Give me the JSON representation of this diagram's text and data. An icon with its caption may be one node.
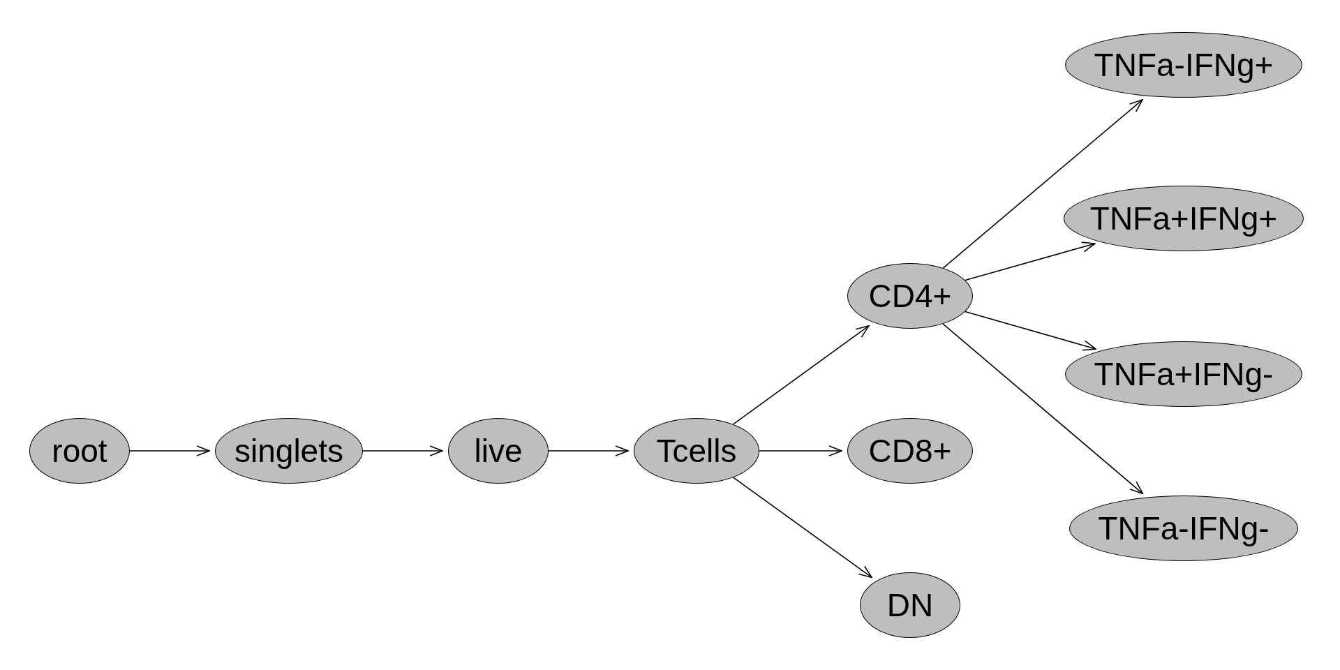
{
  "diagram": {
    "nodes": [
      {
        "text": [
          "root"
        ]
      },
      {
        "text": [
          "singlets"
        ]
      },
      {
        "text": [
          "live"
        ]
      },
      {
        "text": [
          "Tcells"
        ]
      },
      {
        "text": [
          "CD4+"
        ]
      },
      {
        "text": [
          "CD8+"
        ]
      },
      {
        "text": [
          "DN"
        ]
      },
      {
        "text": [
          "TNFa-IFNg+"
        ]
      },
      {
        "text": [
          "TNFa+IFNg+"
        ]
      },
      {
        "text": [
          "TNFa+IFNg-"
        ]
      },
      {
        "text": [
          "TNFa-IFNg-"
        ]
      }
    ],
    "edges": [
      {
        "from": 0,
        "to": 1,
        "arrow": "to"
      },
      {
        "from": 1,
        "to": 2,
        "arrow": "to"
      },
      {
        "from": 2,
        "to": 3,
        "arrow": "to"
      },
      {
        "from": 3,
        "to": 4,
        "arrow": "to"
      },
      {
        "from": 3,
        "to": 5,
        "arrow": "to"
      },
      {
        "from": 3,
        "to": 6,
        "arrow": "to"
      },
      {
        "from": 4,
        "to": 7,
        "arrow": "to"
      },
      {
        "from": 4,
        "to": 8,
        "arrow": "to"
      },
      {
        "from": 4,
        "to": 9,
        "arrow": "to"
      },
      {
        "from": 4,
        "to": 10,
        "arrow": "to"
      }
    ]
  }
}
